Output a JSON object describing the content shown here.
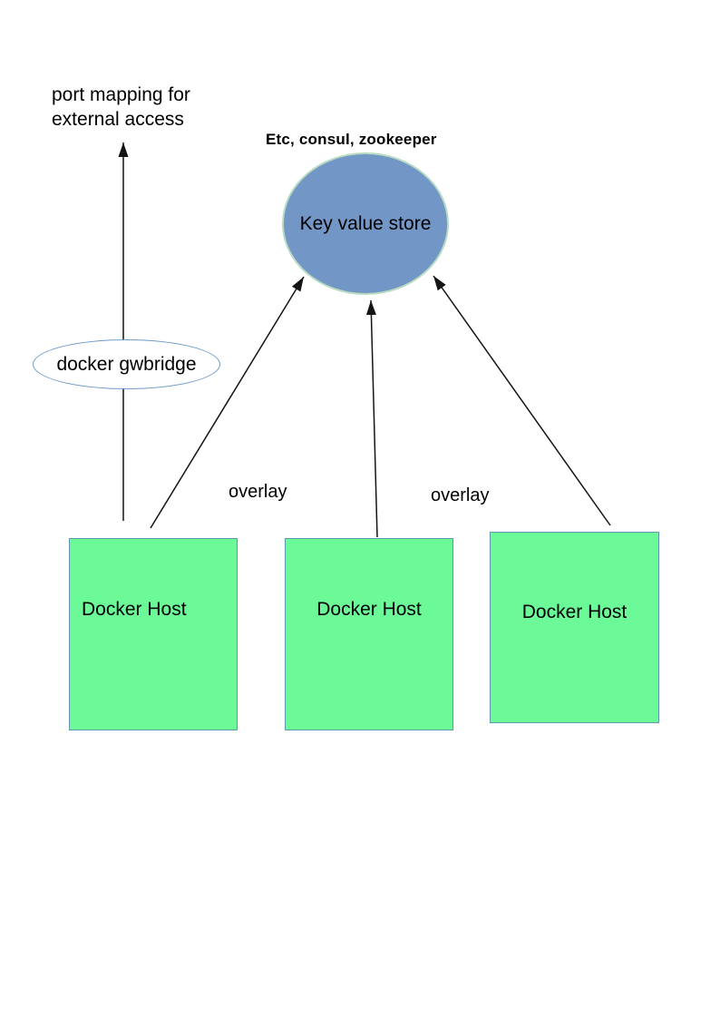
{
  "colors": {
    "background": "#ffffff",
    "text": "#000000",
    "arrow": "#141414",
    "kv_fill": "#7296c5",
    "kv_border": "#b7dac3",
    "gwbridge_fill": "#ffffff",
    "gwbridge_border": "#6f9bc9",
    "host_fill": "#6bfa97",
    "host_border": "#5f97ae"
  },
  "annotations": {
    "port_mapping": {
      "line1": "port mapping for",
      "line2": "external access"
    },
    "kv_caption": "Etc, consul, zookeeper",
    "overlay_left": "overlay",
    "overlay_right": "overlay"
  },
  "nodes": {
    "key_value_store": {
      "label": "Key value store",
      "shape": "ellipse"
    },
    "gwbridge": {
      "label": "docker gwbridge",
      "shape": "ellipse"
    },
    "hosts": [
      {
        "label": "Docker Host",
        "shape": "rect"
      },
      {
        "label": "Docker Host",
        "shape": "rect"
      },
      {
        "label": "Docker Host",
        "shape": "rect"
      }
    ]
  },
  "edges": [
    {
      "from": "docker-host-1",
      "to": "port-mapping-external-access",
      "via": "docker-gwbridge",
      "style": "arrow"
    },
    {
      "from": "docker-host-1",
      "to": "key-value-store",
      "style": "arrow"
    },
    {
      "from": "docker-host-2",
      "to": "key-value-store",
      "style": "arrow"
    },
    {
      "from": "docker-host-3",
      "to": "key-value-store",
      "style": "arrow"
    }
  ]
}
